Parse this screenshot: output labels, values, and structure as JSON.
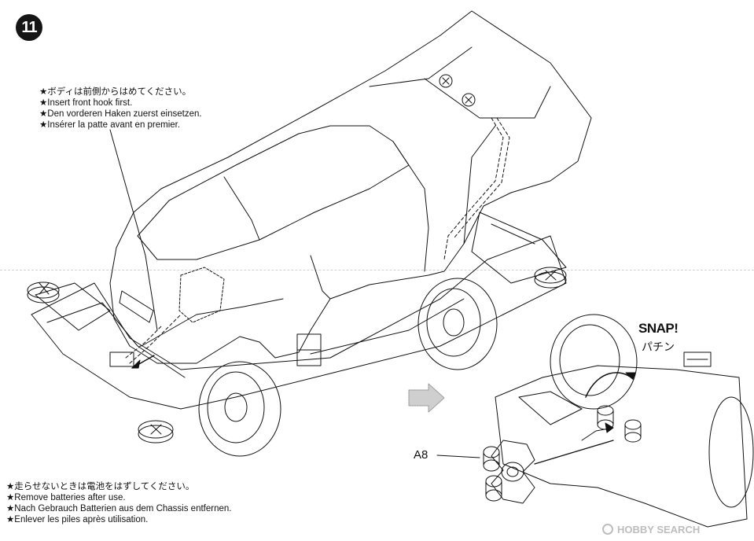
{
  "step": {
    "number": "11"
  },
  "note_top": {
    "lines": [
      "★ボディは前側からはめてください。",
      "★Insert front hook first.",
      "★Den vorderen Haken zuerst einsetzen.",
      "★Insérer la patte avant en premier."
    ]
  },
  "note_bottom": {
    "lines": [
      "★走らせないときは電池をはずしてください。",
      "★Remove batteries after use.",
      "★Nach Gebrauch Batterien aus dem Chassis entfernen.",
      "★Enlever les piles après utilisation."
    ]
  },
  "snap": {
    "label": "SNAP!",
    "label_jp": "パチン"
  },
  "part": {
    "label": "A8"
  },
  "watermark": {
    "text": "HOBBY SEARCH"
  },
  "colors": {
    "ink": "#111111",
    "watermark": "#bdbdbd",
    "fold": "#d0d0d0"
  }
}
